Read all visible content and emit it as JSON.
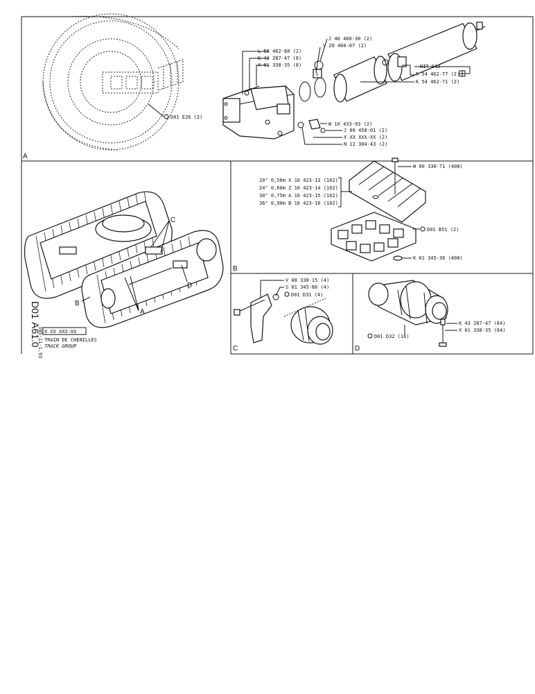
{
  "doc": {
    "code_top": "D01",
    "code_bottom": "A61.0",
    "side_ref": "305-11-1.93",
    "title_code": "X XX XXX-XX",
    "title_fr": "TRAIN DE CHENILLES",
    "title_en": "TRACK GROUP"
  },
  "panel_a": {
    "letter": "A",
    "labels": {
      "l1": "L 58 462-88 (2)",
      "l2": "K 43 287-47 (8)",
      "l3": "X 01 338-35 (8)",
      "l4": "J 40 460-30 (2)",
      "l5": "V 20 460-07 (2)",
      "l6": "NIT 913",
      "l7": "R 54 462-77 (2)",
      "l8": "K 54 462-71 (2)",
      "l9": "D01 E26 (2)",
      "l10": "W 16 433-93 (2)",
      "l11": "J 00 458-01 (2)",
      "l12": "X XX XXX-XX (2)",
      "l13": "N 12 304-43 (2)"
    }
  },
  "panel_b": {
    "letter": "B",
    "shoes": [
      "20\" 0,50m X 16 423-13 (102)",
      "24\" 0,60m Z 16 423-14 (102)",
      "30\" 0,75m A 16 423-15 (102)",
      "36\" 0,90m B 16 423-16 (102)"
    ],
    "labels": {
      "bolt": "W 00 330-71 (408)",
      "frame": "D01 B51 (2)",
      "nut": "K 01 345-36 (408)"
    }
  },
  "overview": {
    "labels": {
      "a": "A",
      "b": "B",
      "c": "C",
      "d": "D"
    }
  },
  "panel_c": {
    "letter": "C",
    "labels": {
      "l1": "V 08 338-15 (4)",
      "l2": "S 01 345-86 (4)",
      "l3": "D01 D31 (4)"
    }
  },
  "panel_d": {
    "letter": "D",
    "labels": {
      "l1": "D01 D32 (16)",
      "l2": "K 43 287-47 (64)",
      "l3": "X 01 338-35 (64)"
    }
  }
}
